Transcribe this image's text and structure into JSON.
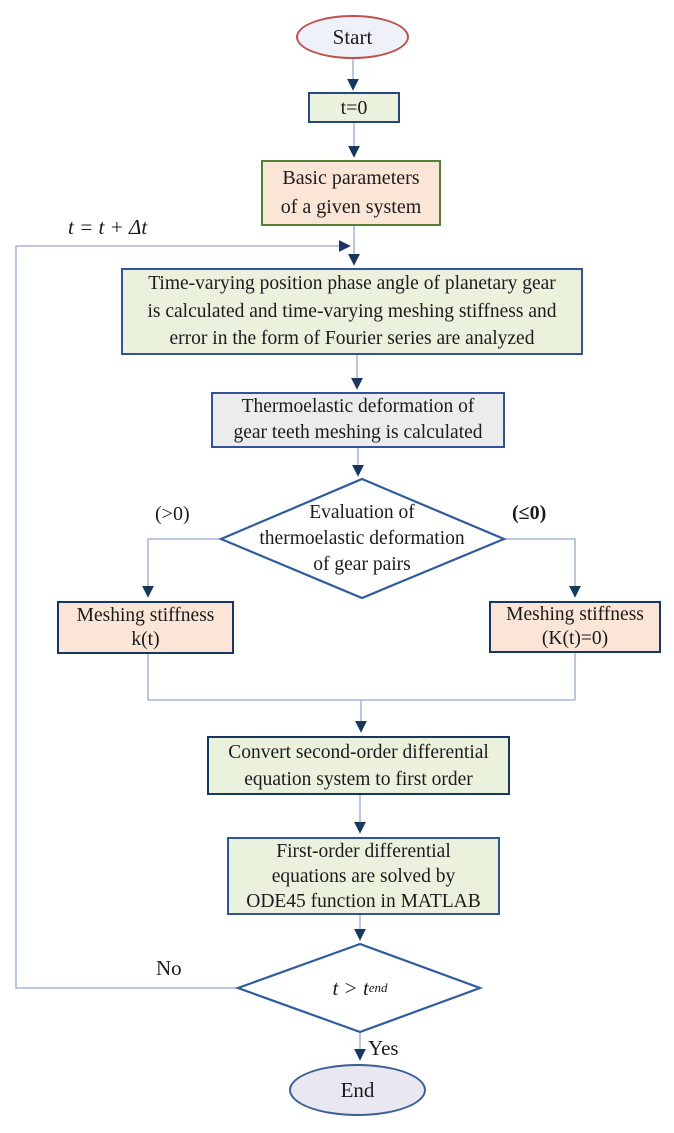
{
  "diagram": {
    "type": "flowchart",
    "colors": {
      "connector": "#93a9cf",
      "arrowhead": "#17375e",
      "decision_border": "#2e5c9e",
      "green_fill": "#eaf1dd",
      "peach_fill": "#fbe5d6",
      "gray_fill": "#ececec",
      "start_fill": "#eef1f8",
      "start_border": "#c0504d",
      "end_fill": "#e9e7f2",
      "end_border": "#3a5f96",
      "blue_border": "#2f5597",
      "navy_border": "#17375e",
      "green_border": "#548235"
    }
  },
  "nodes": {
    "start": {
      "label": "Start"
    },
    "t0": {
      "label": "t=0"
    },
    "basic_params": {
      "lines": [
        "Basic parameters",
        "of a given system"
      ]
    },
    "loop_increment_label": "t = t + Δt",
    "fourier": {
      "lines": [
        "Time-varying position phase angle of planetary gear",
        "is calculated and time-varying meshing stiffness and",
        "error in the form of Fourier series are analyzed"
      ]
    },
    "thermoelastic": {
      "lines": [
        "Thermoelastic deformation of",
        "gear teeth meshing is calculated"
      ]
    },
    "decision_deformation": {
      "lines": [
        "Evaluation of",
        "thermoelastic deformation",
        "of gear pairs"
      ]
    },
    "branch_positive": "(>0)",
    "branch_nonpositive": "(≤0)",
    "stiffness_kt": {
      "lines": [
        "Meshing stiffness",
        "k(t)"
      ]
    },
    "stiffness_k0": {
      "lines": [
        "Meshing stiffness",
        "(K(t)=0)"
      ]
    },
    "convert": {
      "lines": [
        "Convert second-order differential",
        "equation system to first order"
      ]
    },
    "ode45": {
      "lines": [
        "First-order differential",
        "equations are solved by",
        "ODE45 function in MATLAB"
      ]
    },
    "decision_time": {
      "main": "t > t",
      "sub": "end"
    },
    "no_label": "No",
    "yes_label": "Yes",
    "end": {
      "label": "End"
    }
  }
}
